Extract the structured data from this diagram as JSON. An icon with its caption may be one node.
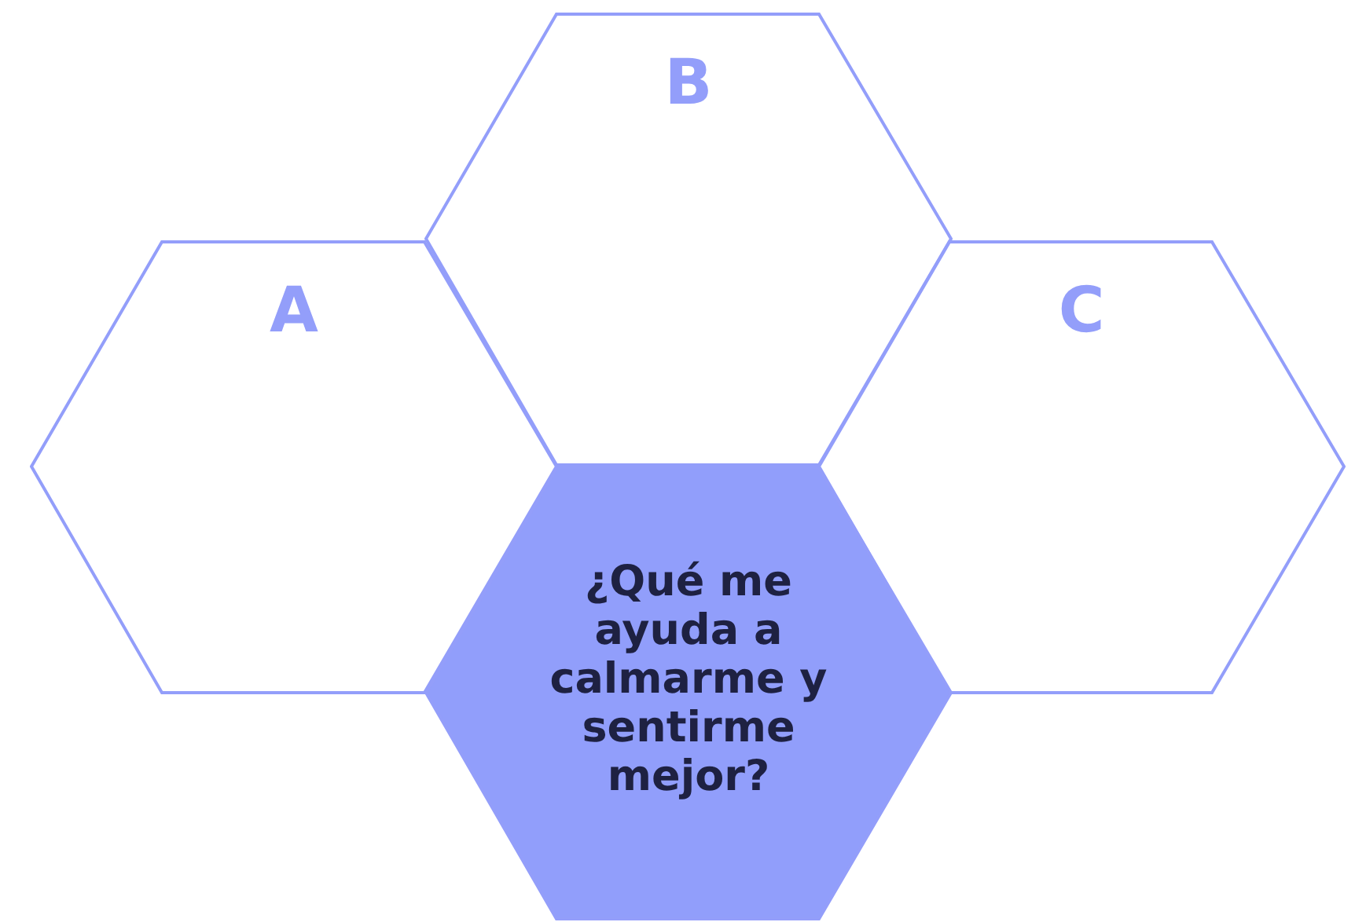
{
  "diagram": {
    "nodes": [
      {
        "text": [
          "B"
        ]
      },
      {
        "text": [
          "A"
        ]
      },
      {
        "text": [
          "C"
        ]
      },
      {
        "text": [
          "¿Qué me ayuda a calmarme y sentirme mejor?"
        ]
      }
    ]
  }
}
